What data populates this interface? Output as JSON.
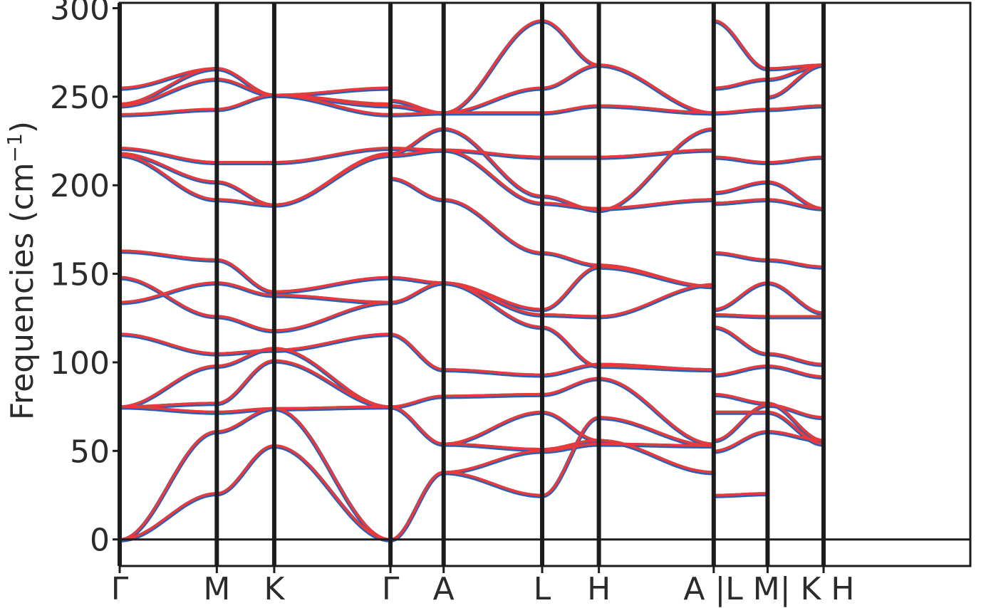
{
  "chart_data": {
    "type": "line",
    "ylabel": "Frequencies (cm−1)",
    "ylabel_parts": {
      "main": "Frequencies (cm",
      "sup": "−1",
      "close": ")"
    },
    "ylim": [
      -15,
      303
    ],
    "yticks": [
      0,
      50,
      100,
      150,
      200,
      250,
      300
    ],
    "xlim": [
      0,
      12
    ],
    "high_symmetry_points": [
      {
        "label": "Γ",
        "x": 0
      },
      {
        "label": "M",
        "x": 1.37
      },
      {
        "label": "K",
        "x": 2.18
      },
      {
        "label": "Γ",
        "x": 3.82
      },
      {
        "label": "A",
        "x": 4.57
      },
      {
        "label": "L",
        "x": 5.96
      },
      {
        "label": "H",
        "x": 6.76
      },
      {
        "label": "A",
        "x": 8.38
      },
      {
        "label": "L",
        "x": 8.38
      },
      {
        "label": "M",
        "x": 9.14
      },
      {
        "label": "K",
        "x": 9.14
      },
      {
        "label": "H",
        "x": 9.93
      }
    ],
    "x_tick_labels": [
      {
        "text": "Γ",
        "x": 0
      },
      {
        "text": "M",
        "x": 1.37
      },
      {
        "text": "K",
        "x": 2.18
      },
      {
        "text": "Γ",
        "x": 3.82
      },
      {
        "text": "A",
        "x": 4.57
      },
      {
        "text": "L",
        "x": 5.96
      },
      {
        "text": "H",
        "x": 6.76
      },
      {
        "text": "A |L M| K H",
        "x": 9.16
      }
    ],
    "separators": [
      0,
      1.37,
      2.18,
      3.82,
      4.57,
      5.96,
      6.76,
      8.38,
      9.14,
      9.93
    ],
    "segments": [
      {
        "x0": 0,
        "x1": 1.37,
        "bands": [
          [
            0,
            26
          ],
          [
            0,
            61
          ],
          [
            75,
            72
          ],
          [
            75,
            98
          ],
          [
            75,
            77
          ],
          [
            116,
            105
          ],
          [
            134,
            145
          ],
          [
            148,
            126
          ],
          [
            163,
            158
          ],
          [
            217,
            192
          ],
          [
            218,
            202
          ],
          [
            221,
            213
          ],
          [
            240,
            243
          ],
          [
            245,
            260
          ],
          [
            246,
            266
          ],
          [
            255,
            266
          ]
        ]
      },
      {
        "x0": 1.37,
        "x1": 2.18,
        "bands": [
          [
            26,
            53
          ],
          [
            61,
            74
          ],
          [
            72,
            74
          ],
          [
            98,
            108
          ],
          [
            77,
            101
          ],
          [
            105,
            107
          ],
          [
            145,
            138
          ],
          [
            126,
            118
          ],
          [
            158,
            140
          ],
          [
            192,
            189
          ],
          [
            202,
            189
          ],
          [
            213,
            213
          ],
          [
            243,
            251
          ],
          [
            260,
            251
          ],
          [
            266,
            251
          ],
          [
            266,
            251
          ]
        ]
      },
      {
        "x0": 2.18,
        "x1": 3.82,
        "bands": [
          [
            53,
            0
          ],
          [
            74,
            0
          ],
          [
            74,
            75
          ],
          [
            108,
            75
          ],
          [
            101,
            75
          ],
          [
            107,
            116
          ],
          [
            138,
            134
          ],
          [
            118,
            134
          ],
          [
            140,
            148
          ],
          [
            189,
            217
          ],
          [
            189,
            218
          ],
          [
            213,
            221
          ],
          [
            251,
            240
          ],
          [
            251,
            245
          ],
          [
            251,
            246
          ],
          [
            251,
            255
          ]
        ]
      },
      {
        "x0": 3.82,
        "x1": 4.57,
        "bands": [
          [
            0,
            38
          ],
          [
            0,
            38
          ],
          [
            75,
            54
          ],
          [
            75,
            54
          ],
          [
            75,
            81
          ],
          [
            116,
            96
          ],
          [
            134,
            145
          ],
          [
            134,
            145
          ],
          [
            148,
            145
          ],
          [
            204,
            192
          ],
          [
            217,
            220
          ],
          [
            218,
            232
          ],
          [
            221,
            220
          ],
          [
            240,
            241
          ],
          [
            245,
            241
          ],
          [
            248,
            241
          ]
        ]
      },
      {
        "x0": 4.57,
        "x1": 5.96,
        "bands": [
          [
            38,
            25
          ],
          [
            38,
            50
          ],
          [
            54,
            51
          ],
          [
            54,
            72
          ],
          [
            81,
            82
          ],
          [
            96,
            93
          ],
          [
            145,
            130
          ],
          [
            145,
            127
          ],
          [
            145,
            120
          ],
          [
            192,
            162
          ],
          [
            220,
            216
          ],
          [
            232,
            194
          ],
          [
            220,
            190
          ],
          [
            241,
            241
          ],
          [
            241,
            255
          ],
          [
            241,
            293
          ]
        ]
      },
      {
        "x0": 5.96,
        "x1": 6.76,
        "bands": [
          [
            25,
            69
          ],
          [
            50,
            54
          ],
          [
            51,
            56
          ],
          [
            72,
            56
          ],
          [
            82,
            91
          ],
          [
            93,
            99
          ],
          [
            130,
            154
          ],
          [
            127,
            126
          ],
          [
            120,
            98
          ],
          [
            162,
            155
          ],
          [
            216,
            216
          ],
          [
            194,
            186
          ],
          [
            190,
            187
          ],
          [
            241,
            245
          ],
          [
            255,
            268
          ],
          [
            293,
            268
          ]
        ]
      },
      {
        "x0": 6.76,
        "x1": 8.38,
        "bands": [
          [
            69,
            53
          ],
          [
            54,
            53
          ],
          [
            56,
            38
          ],
          [
            56,
            38
          ],
          [
            91,
            54
          ],
          [
            99,
            96
          ],
          [
            154,
            143
          ],
          [
            126,
            144
          ],
          [
            98,
            96
          ],
          [
            155,
            143
          ],
          [
            216,
            220
          ],
          [
            186,
            232
          ],
          [
            187,
            192
          ],
          [
            245,
            241
          ],
          [
            268,
            241
          ],
          [
            268,
            241
          ]
        ]
      },
      {
        "x0": 8.38,
        "x1": 9.14,
        "bands": [
          [
            25,
            26
          ],
          [
            50,
            61
          ],
          [
            72,
            72
          ],
          [
            56,
            76
          ],
          [
            82,
            77
          ],
          [
            93,
            98
          ],
          [
            120,
            105
          ],
          [
            127,
            126
          ],
          [
            130,
            145
          ],
          [
            162,
            158
          ],
          [
            196,
            202
          ],
          [
            190,
            192
          ],
          [
            216,
            213
          ],
          [
            241,
            243
          ],
          [
            255,
            260
          ],
          [
            293,
            266
          ]
        ]
      },
      {
        "x0": 9.14,
        "x1": 9.93,
        "bands": [
          [
            61,
            56
          ],
          [
            72,
            54
          ],
          [
            76,
            69
          ],
          [
            77,
            56
          ],
          [
            98,
            92
          ],
          [
            105,
            99
          ],
          [
            126,
            126
          ],
          [
            145,
            128
          ],
          [
            158,
            154
          ],
          [
            192,
            187
          ],
          [
            202,
            187
          ],
          [
            213,
            216
          ],
          [
            243,
            245
          ],
          [
            260,
            268
          ],
          [
            266,
            268
          ],
          [
            250,
            268
          ]
        ]
      }
    ],
    "series": [
      {
        "name": "",
        "color": "#2a5fb8",
        "width": 6
      },
      {
        "name": "",
        "color": "#e83a3a",
        "width": 3.6
      }
    ],
    "grid": false,
    "legend": "none"
  }
}
